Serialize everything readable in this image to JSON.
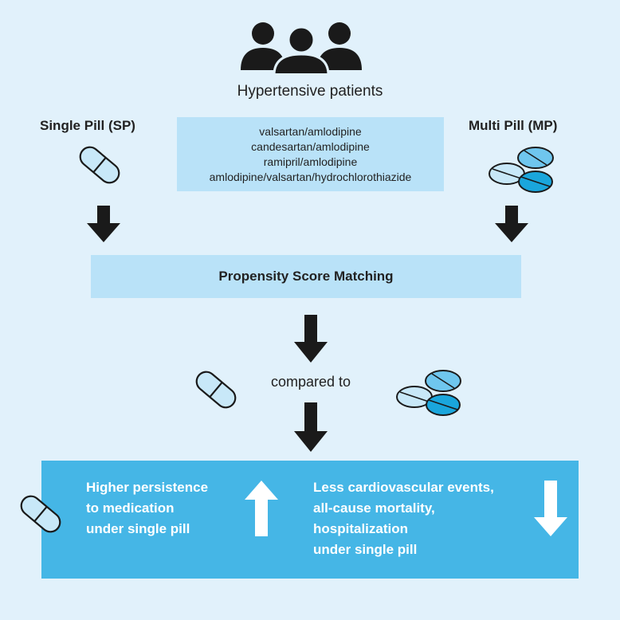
{
  "header": {
    "title": "Hypertensive patients"
  },
  "groups": {
    "single_label": "Single Pill (SP)",
    "multi_label": "Multi Pill (MP)"
  },
  "drugs": [
    "valsartan/amlodipine",
    "candesartan/amlodipine",
    "ramipril/amlodipine",
    "amlodipine/valsartan/hydrochlorothiazide"
  ],
  "matching": {
    "label": "Propensity Score Matching"
  },
  "comparison": {
    "label": "compared to"
  },
  "results": {
    "left_lines": [
      "Higher persistence",
      "to medication",
      "under single pill"
    ],
    "right_lines": [
      "Less cardiovascular events,",
      "all-cause mortality,",
      "hospitalization",
      "under single pill"
    ]
  },
  "colors": {
    "background": "#e1f1fb",
    "box_light": "#b9e2f8",
    "box_result": "#45b6e6",
    "pill_light": "#c8e8f8",
    "pill_mid": "#6fc6ee",
    "pill_dark": "#1aa6dc",
    "arrow": "#1a1a1a",
    "result_text": "#ffffff"
  }
}
